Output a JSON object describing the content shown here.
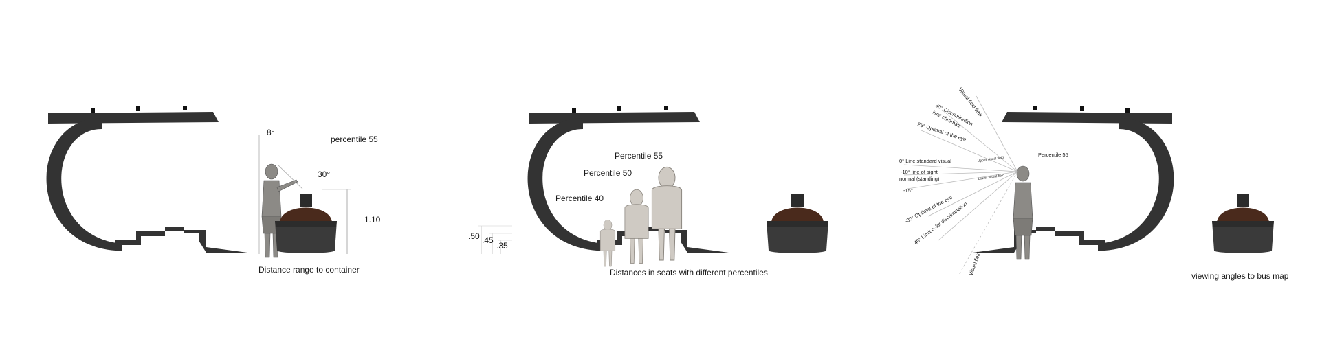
{
  "panels": [
    {
      "caption": "Distance range to container",
      "labels": {
        "percentile": "percentile 55",
        "angle_top": "8°",
        "angle_arm": "30°",
        "height": "1.10"
      }
    },
    {
      "caption": "Distances in seats with different percentiles",
      "labels": {
        "p40": "Percentile 40",
        "p50": "Percentile 50",
        "p55": "Percentile 55",
        "h1": ".50",
        "h2": ".45",
        "h3": ".35"
      }
    },
    {
      "caption": "viewing angles to bus map",
      "labels": {
        "percentile": "Percentile 55",
        "visual_field_limit": "Visual field limit",
        "discrimination": "30° Discrimination",
        "limit_chromatic": "limit chromatic",
        "optimal_eye_top": "25° Optimal of the eye",
        "line_standard": "0° Line standard visual",
        "line_sight": "-10° line of sight",
        "normal_standing": "normal (standing)",
        "minus15": "-15°",
        "optimal_eye_bottom": "-30° Optimal of the eye",
        "limit_color": "-40° Limit color discrimination",
        "visual_field_bottom": "Visual field",
        "upper_visual": "Upper visual field",
        "lower_visual": "Lower visual field"
      }
    }
  ]
}
